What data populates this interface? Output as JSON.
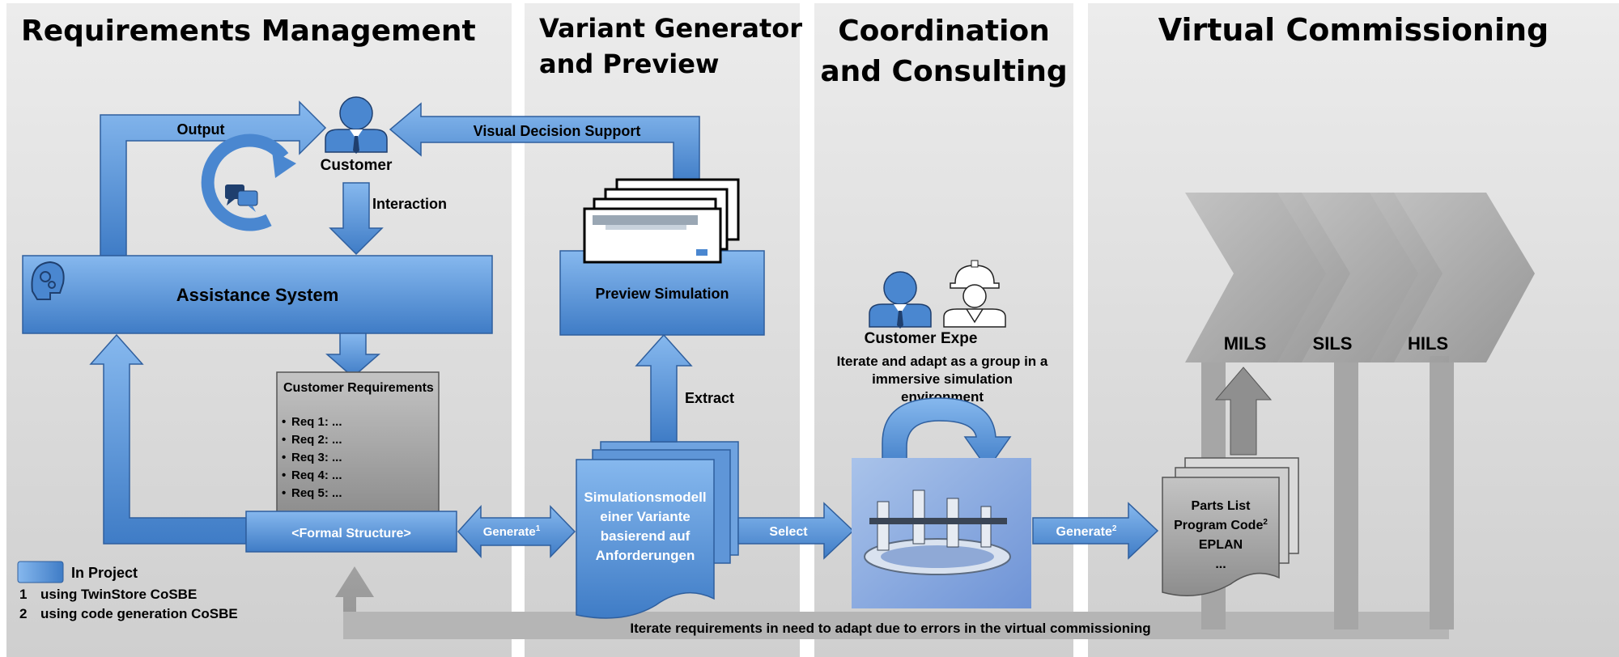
{
  "sections": {
    "requirements": "Requirements Management",
    "variant_line1": "Variant Generator",
    "variant_line2": "and Preview",
    "coord_line1": "Coordination",
    "coord_line2": "and Consulting",
    "virtual": "Virtual Commissioning"
  },
  "labels": {
    "output": "Output",
    "visual_decision": "Visual Decision Support",
    "customer": "Customer",
    "interaction": "Interaction",
    "assistance": "Assistance System",
    "preview": "Preview Simulation",
    "extract": "Extract",
    "customer2": "Customer",
    "expert": "Expe",
    "iterate_group_line1": "Iterate and adapt as a group in a",
    "iterate_group_line2": "immersive simulation",
    "iterate_group_line3": "environment",
    "mils": "MILS",
    "sils": "SILS",
    "hils": "HILS",
    "formal": "<Formal Structure>",
    "generate1": "Generate",
    "generate1_sup": "1",
    "select": "Select",
    "generate2": "Generate",
    "generate2_sup": "2",
    "iterate_bottom": "Iterate requirements in need to adapt due to errors in the virtual commissioning"
  },
  "customer_requirements": {
    "title": "Customer Requirements",
    "items": [
      "Req 1: ...",
      "Req 2: ...",
      "Req 3: ...",
      "Req 4: ...",
      "Req 5: ..."
    ]
  },
  "simmodel": {
    "lines": [
      "Simulationsmodell",
      "einer Variante",
      "basierend auf",
      "Anforderungen"
    ]
  },
  "parts": {
    "line1": "Parts List",
    "line2": "Program Code",
    "line2_sup": "2",
    "line3": "EPLAN",
    "line4": "..."
  },
  "legend": {
    "in_project": "In Project",
    "note1_num": "1",
    "note1": "using TwinStore CoSBE",
    "note2_num": "2",
    "note2": "using code generation CoSBE"
  },
  "colors": {
    "blue": "#4a87d0",
    "blue_light": "#7fb2ea",
    "gray": "#9a9a9a",
    "panel": "#dedede"
  }
}
